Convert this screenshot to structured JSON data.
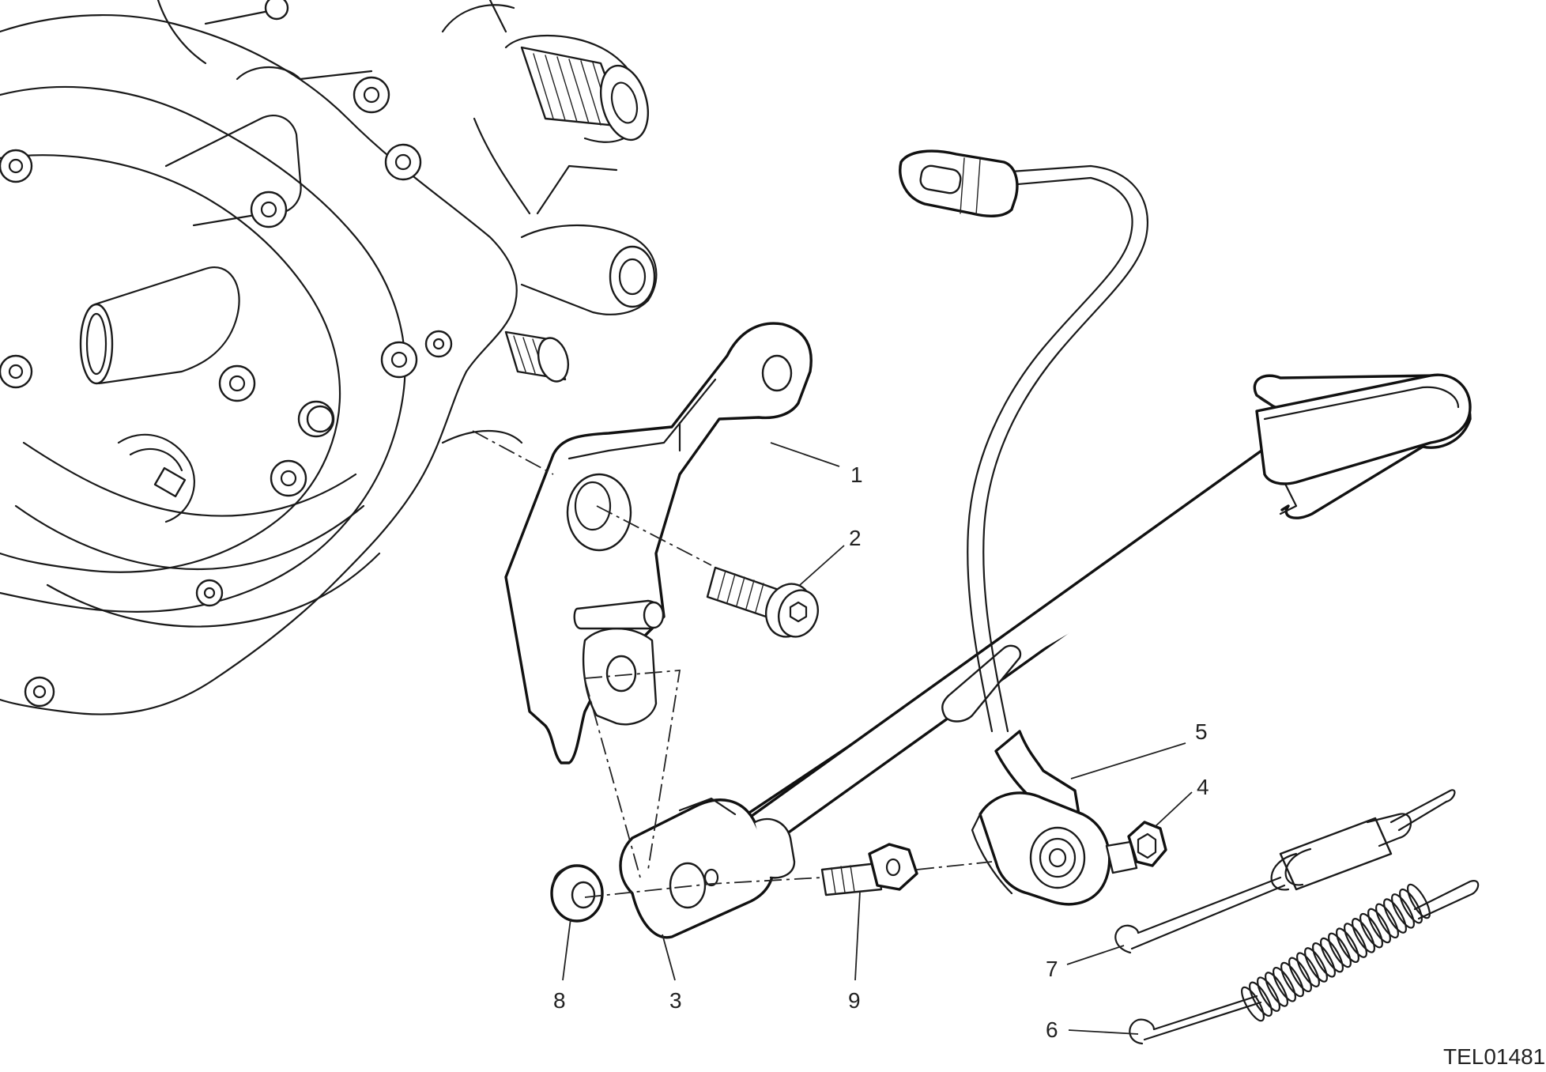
{
  "diagram": {
    "reference_code": "TEL01481",
    "callouts": [
      {
        "id": "1",
        "label": "1"
      },
      {
        "id": "2",
        "label": "2"
      },
      {
        "id": "3",
        "label": "3"
      },
      {
        "id": "4",
        "label": "4"
      },
      {
        "id": "5",
        "label": "5"
      },
      {
        "id": "6",
        "label": "6"
      },
      {
        "id": "7",
        "label": "7"
      },
      {
        "id": "8",
        "label": "8"
      },
      {
        "id": "9",
        "label": "9"
      }
    ]
  }
}
